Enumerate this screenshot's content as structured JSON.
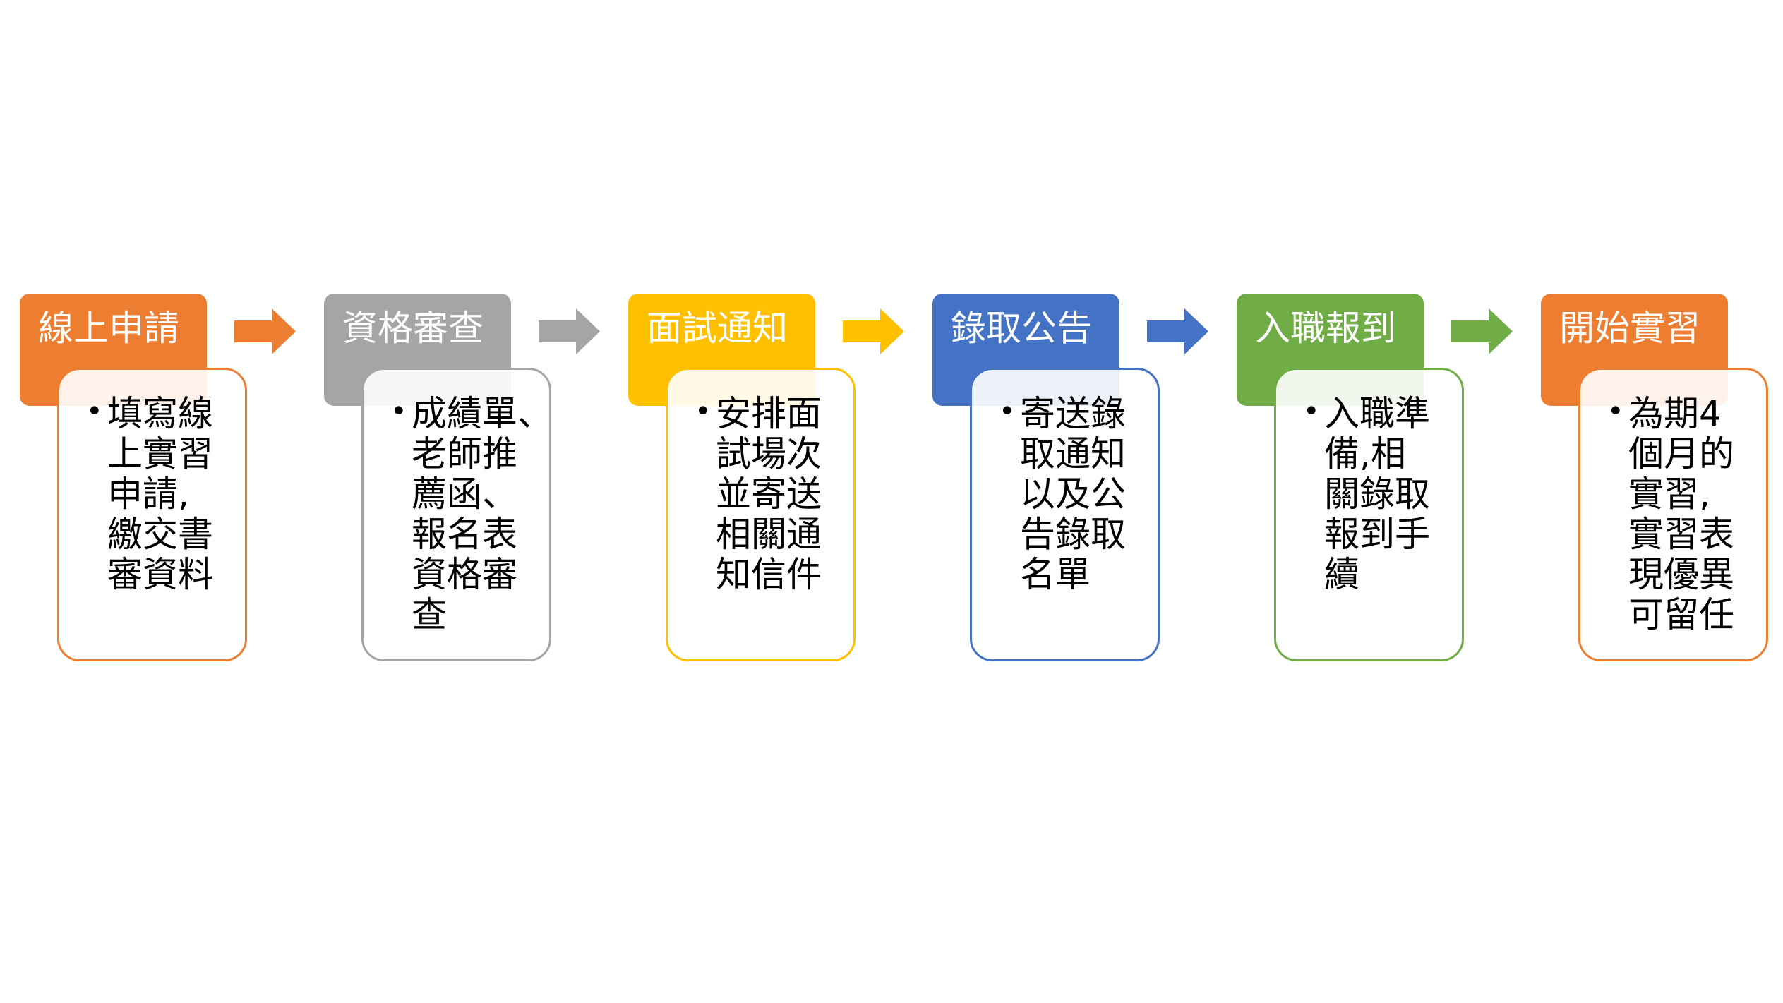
{
  "steps": [
    {
      "title": "線上申請",
      "color": "#ED7D31",
      "lines": [
        "填寫線",
        "上實習",
        "申請,",
        "繳交書",
        "審資料"
      ]
    },
    {
      "title": "資格審查",
      "color": "#A5A5A5",
      "lines": [
        "成績單、",
        "老師推",
        "薦函、",
        "報名表",
        "資格審",
        "查"
      ]
    },
    {
      "title": "面試通知",
      "color": "#FFC000",
      "lines": [
        "安排面",
        "試場次",
        "並寄送",
        "相關通",
        "知信件"
      ]
    },
    {
      "title": "錄取公告",
      "color": "#4472C4",
      "lines": [
        "寄送錄",
        "取通知",
        "以及公",
        "告錄取",
        "名單"
      ]
    },
    {
      "title": "入職報到",
      "color": "#70AD47",
      "lines": [
        "入職準",
        "備,相",
        "關錄取",
        "報到手",
        "續"
      ]
    },
    {
      "title": "開始實習",
      "color": "#ED7D31",
      "lines": [
        "為期4",
        "個月的",
        "實習,",
        "實習表",
        "現優異",
        "可留任"
      ]
    }
  ],
  "bullet": "•",
  "arrow_icon": "right-arrow"
}
